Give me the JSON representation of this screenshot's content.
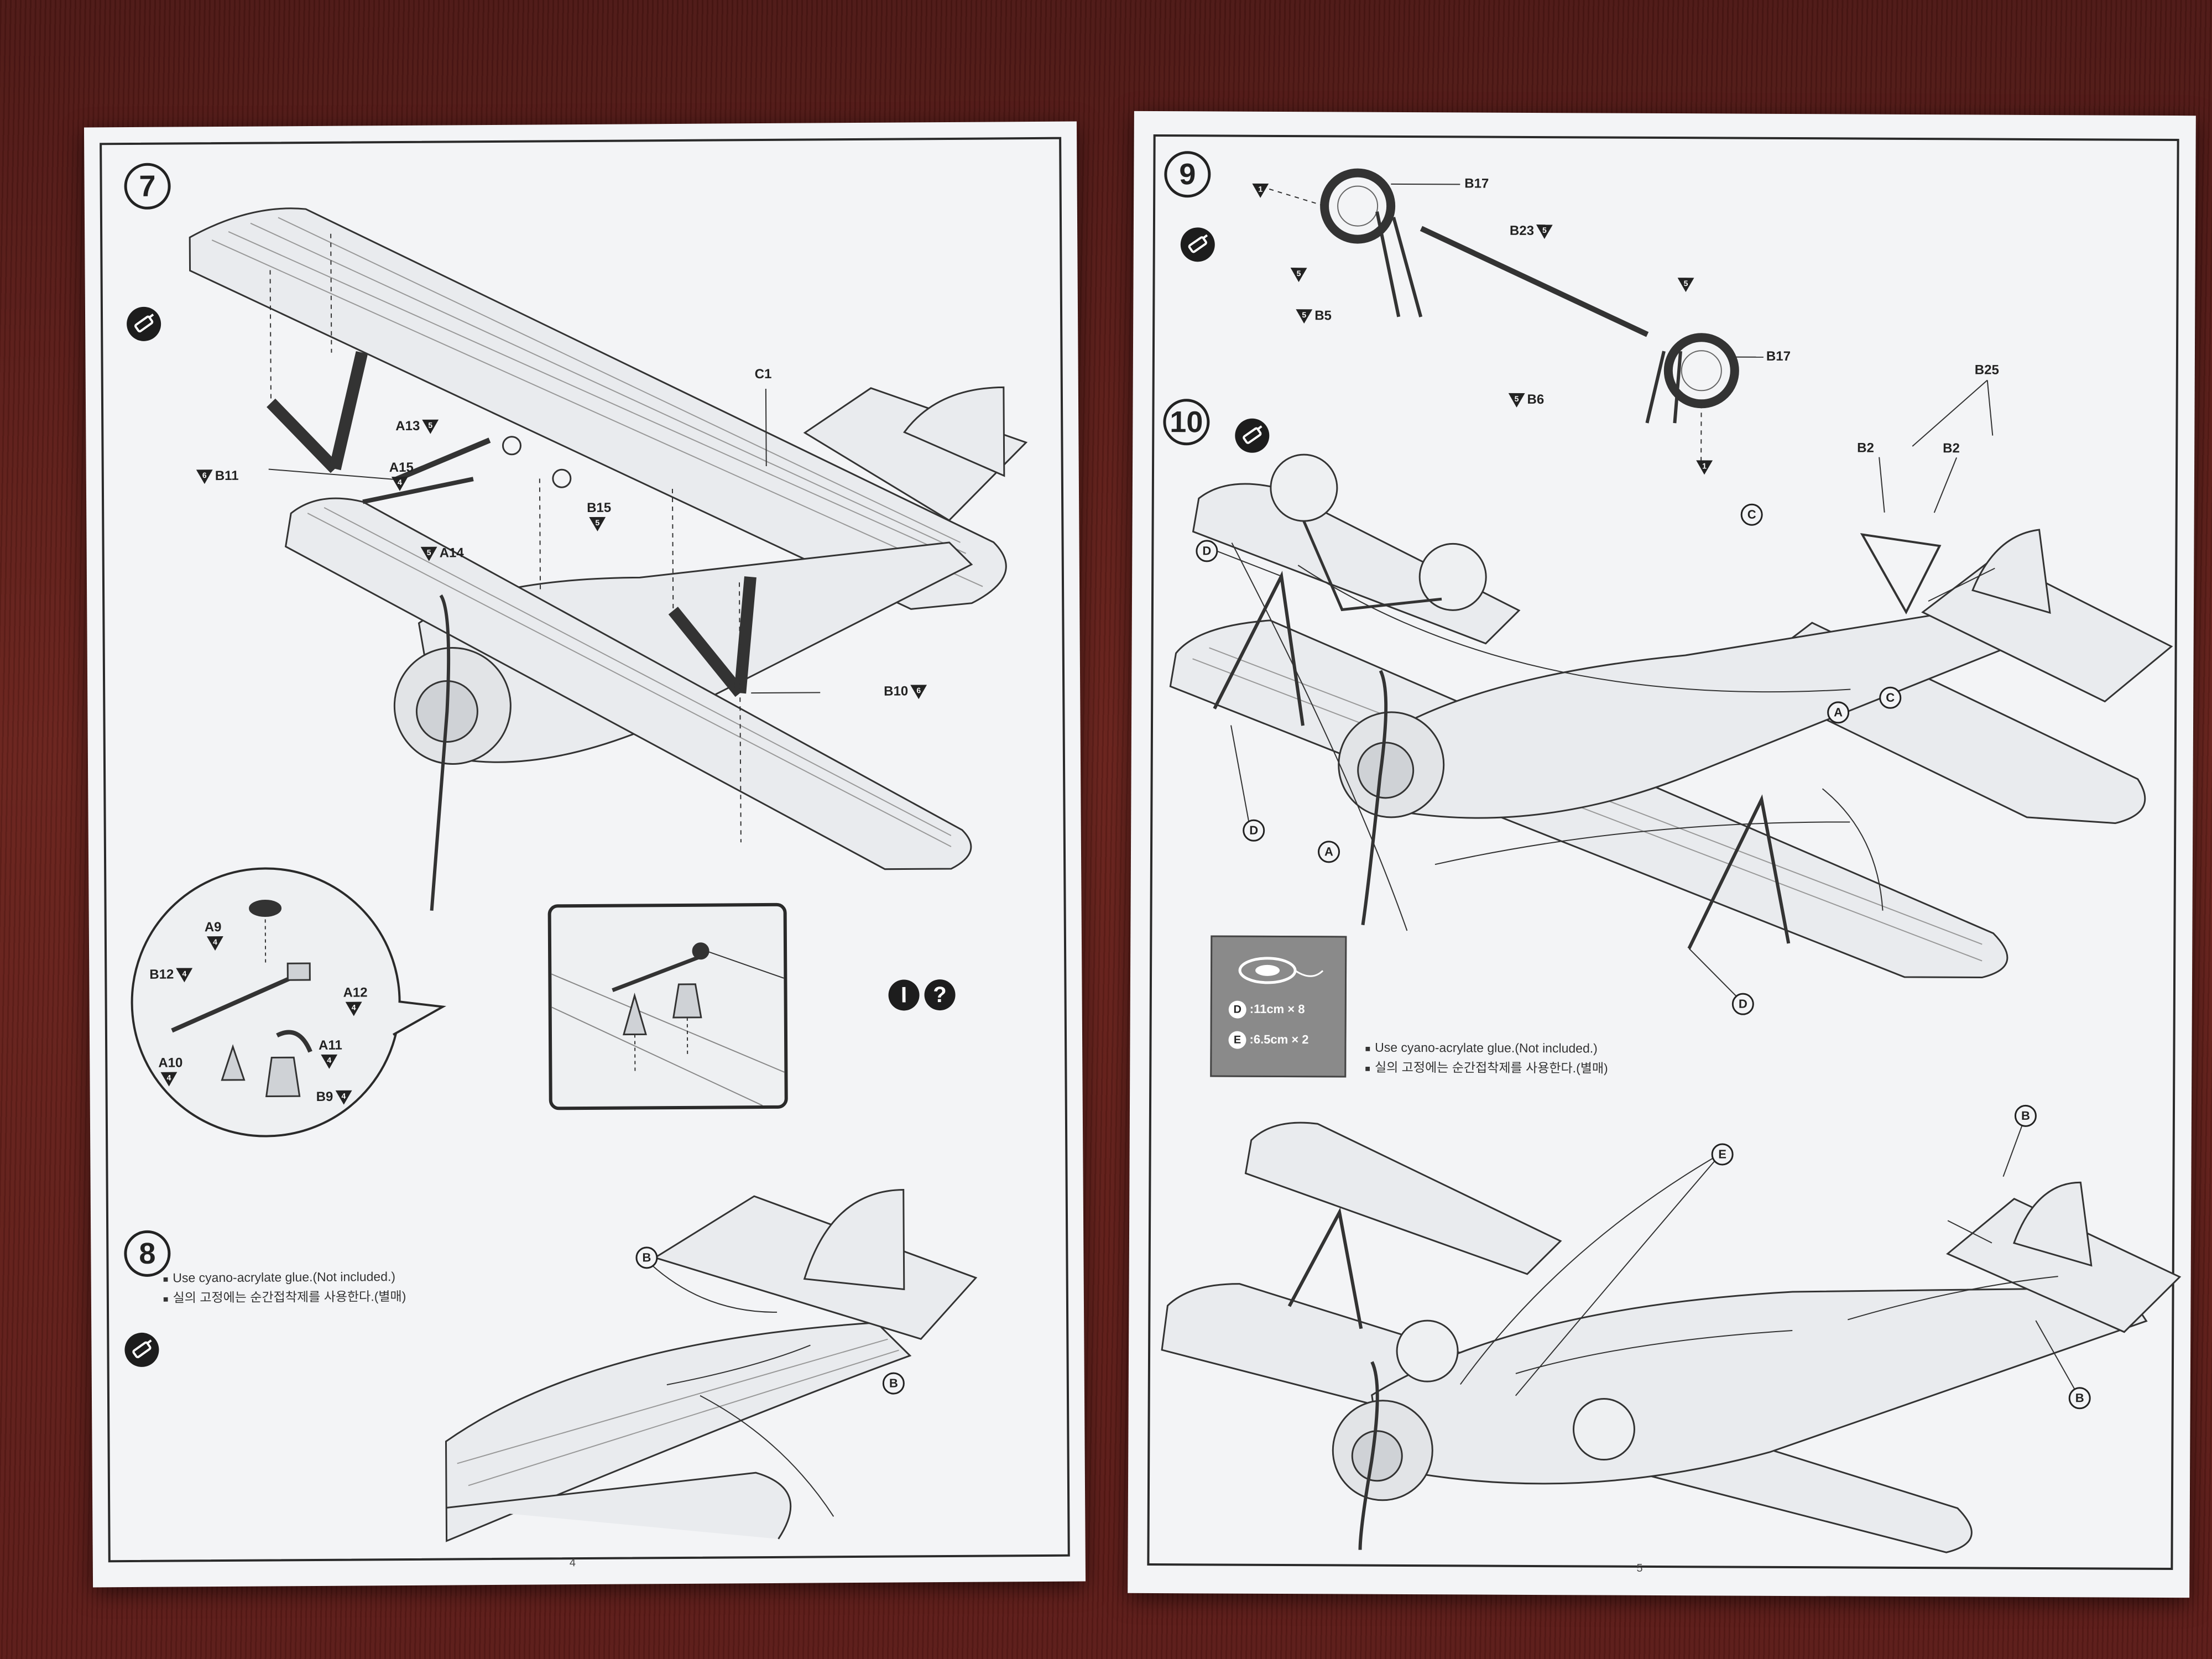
{
  "left_page": {
    "page_number": "4",
    "step7": {
      "number": "7",
      "labels": {
        "c1": "C1",
        "b11": "B11",
        "b11_qty": "6",
        "a13": "A13",
        "a13_qty": "5",
        "a15": "A15",
        "a15_qty": "4",
        "b15": "B15",
        "b15_qty": "5",
        "a14": "A14",
        "a14_qty": "5",
        "b10": "B10",
        "b10_qty": "6"
      },
      "zoom_labels": {
        "a9": "A9",
        "a9_qty": "4",
        "b12": "B12",
        "b12_qty": "4",
        "a12": "A12",
        "a12_qty": "4",
        "a11": "A11",
        "a11_qty": "4",
        "a10": "A10",
        "a10_qty": "4",
        "b9": "B9",
        "b9_qty": "4"
      },
      "info_icons": [
        "I",
        "?"
      ]
    },
    "step8": {
      "number": "8",
      "note_en": "Use cyano-acrylate glue.(Not included.)",
      "note_ko": "실의 고정에는 순간접착제를 사용한다.(별매)",
      "letters": [
        "B",
        "B"
      ]
    }
  },
  "right_page": {
    "page_number": "5",
    "step9": {
      "number": "9",
      "labels": {
        "b17_top": "B17",
        "b17_bottom": "B17",
        "b23": "B23",
        "b23_qty": "5",
        "b5": "B5",
        "b5_qty": "5",
        "b6": "B6",
        "b6_qty": "5",
        "tri_left": "1",
        "tri_bottom": "1",
        "tri_wheel": "5",
        "tri_wheel2": "5"
      }
    },
    "step10": {
      "number": "10",
      "labels": {
        "b25": "B25",
        "b2_left": "B2",
        "b2_right": "B2",
        "c_top": "C",
        "c_bottom": "C",
        "d_top": "D",
        "d_left": "D",
        "d_bottom": "D",
        "a_left": "A",
        "a_right": "A"
      },
      "thread": {
        "d_letter": "D",
        "d_spec": ":11cm × 8",
        "e_letter": "E",
        "e_spec": ":6.5cm × 2"
      },
      "note_en": "Use cyano-acrylate glue.(Not included.)",
      "note_ko": "실의 고정에는 순간접착제를 사용한다.(별매)",
      "lower_letters": {
        "e": "E",
        "b_top": "B",
        "b_right": "B"
      }
    }
  }
}
